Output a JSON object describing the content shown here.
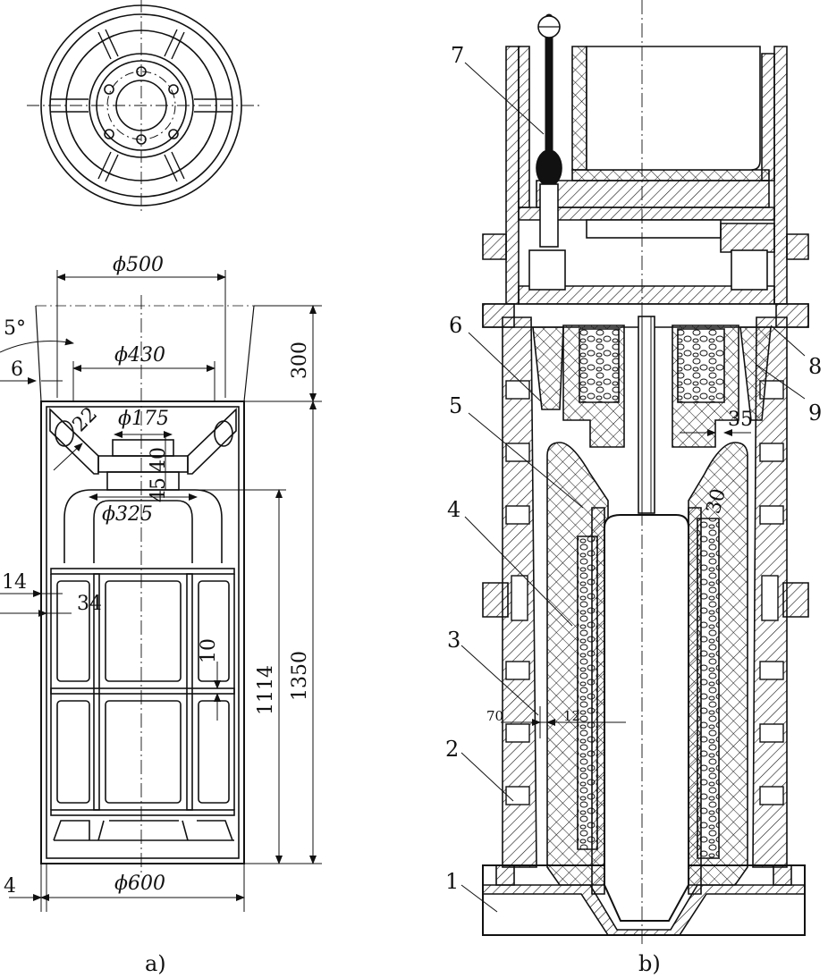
{
  "figure_a": {
    "caption": "a)",
    "dimensions": {
      "d500": "ϕ500",
      "d430": "ϕ430",
      "d175": "ϕ175",
      "d325": "ϕ325",
      "d600": "ϕ600",
      "angle": "5°",
      "six": "6",
      "four": "4",
      "fourteen": "14",
      "thirtyfour": "34",
      "ten": "10",
      "twentytwo": "22",
      "forty": "40",
      "fortyfive": "45",
      "h300": "300",
      "h1114": "1114",
      "h1350": "1350"
    }
  },
  "figure_b": {
    "caption": "b)",
    "part_labels": [
      "1",
      "2",
      "3",
      "4",
      "5",
      "6",
      "7",
      "8",
      "9"
    ],
    "dimensions": {
      "thirtyfive": "35",
      "thirty": "30",
      "seventy": "70",
      "twelve": "12"
    }
  }
}
